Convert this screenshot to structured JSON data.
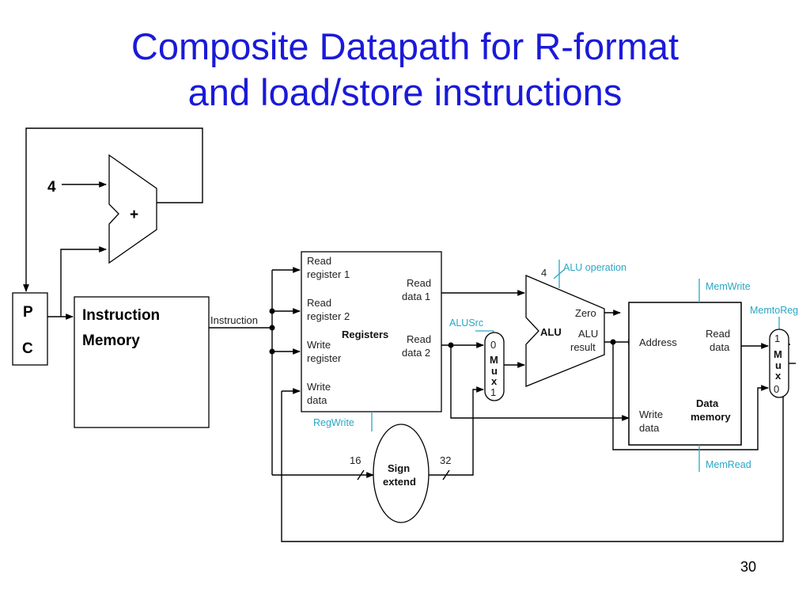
{
  "slide": {
    "title_line1": "Composite Datapath for R-format",
    "title_line2": "and load/store instructions",
    "page_number": "30"
  },
  "diagram": {
    "four": "4",
    "plus": "+",
    "pc_top": "P",
    "pc_bottom": "C",
    "imem_line1": "Instruction",
    "imem_line2": "Memory",
    "instruction": "Instruction",
    "registers": {
      "read_reg1_a": "Read",
      "read_reg1_b": "register 1",
      "read_reg2_a": "Read",
      "read_reg2_b": "register 2",
      "write_reg_a": "Write",
      "write_reg_b": "register",
      "write_data_a": "Write",
      "write_data_b": "data",
      "name": "Registers",
      "read_data1_a": "Read",
      "read_data1_b": "data 1",
      "read_data2_a": "Read",
      "read_data2_b": "data 2"
    },
    "regwrite": "RegWrite",
    "alusrc": "ALUSrc",
    "alu_op_bits": "4",
    "alu_operation": "ALU operation",
    "alu": "ALU",
    "zero": "Zero",
    "alu_result_a": "ALU",
    "alu_result_b": "result",
    "mux1": {
      "in0": "0",
      "m": "M",
      "u": "u",
      "x": "x",
      "in1": "1"
    },
    "mux2": {
      "in1": "1",
      "m": "M",
      "u": "u",
      "x": "x",
      "in0": "0"
    },
    "memwrite": "MemWrite",
    "memtoreg": "MemtoReg",
    "memread": "MemRead",
    "dmem": {
      "address": "Address",
      "read_data_a": "Read",
      "read_data_b": "data",
      "write_data_a": "Write",
      "write_data_b": "data",
      "name_a": "Data",
      "name_b": "memory"
    },
    "sign_extend_a": "Sign",
    "sign_extend_b": "extend",
    "bits_in": "16",
    "bits_out": "32"
  }
}
